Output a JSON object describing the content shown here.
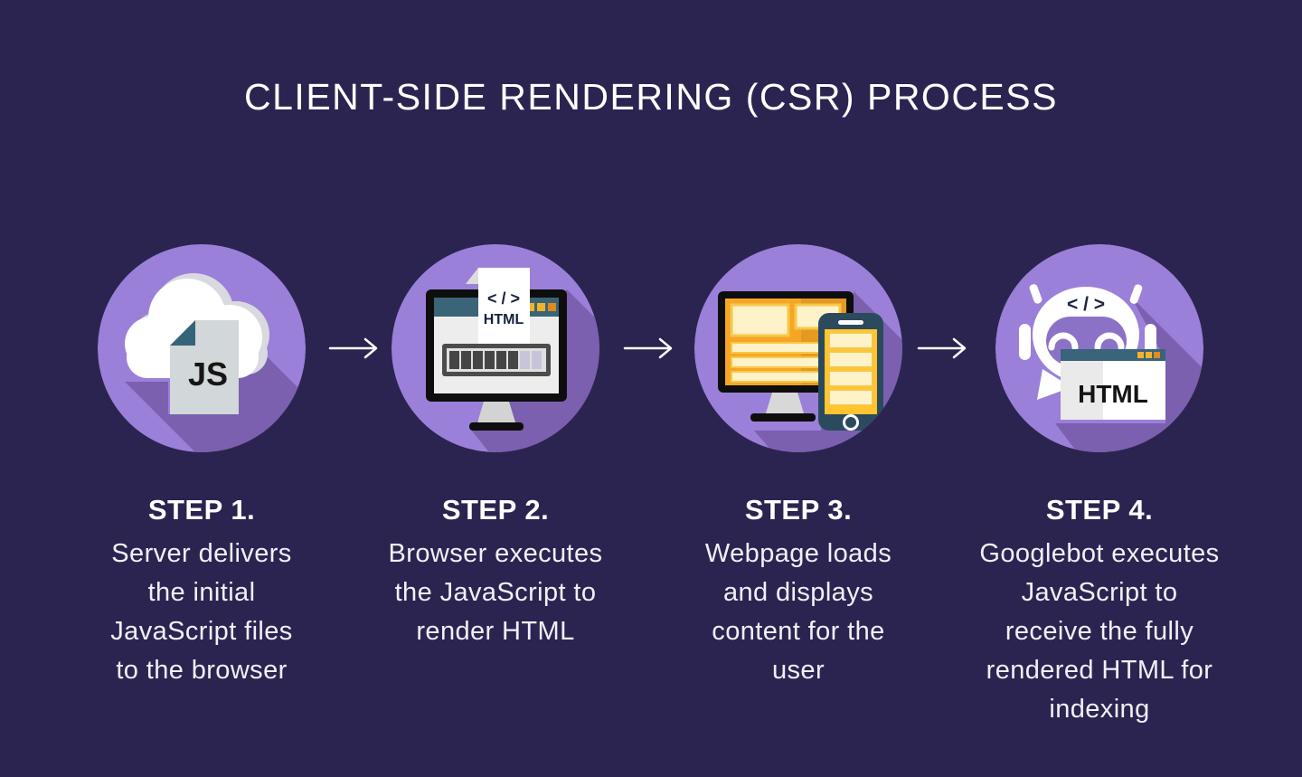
{
  "title": "CLIENT-SIDE RENDERING (CSR) PROCESS",
  "colors": {
    "c-bg": "#2C2450",
    "c-circle": "#9A80D9",
    "c-shadow": "#7A60AE",
    "c-title": "#FFFFFF",
    "c-body": "#F2EFF8"
  },
  "accent_colors": {
    "teal_bar": "#3A6478",
    "yellow_square": "#F2B32B",
    "orange_square": "#E0891F",
    "cream_block": "#FDF2C8",
    "screen_orange": "#F6A525",
    "phone_navy": "#2B4A5E",
    "doc_gray": "#D2D7D9",
    "fold_teal": "#356379"
  },
  "icons": {
    "step1": "cloud-js-file-icon",
    "step2": "browser-executes-js-icon",
    "step3": "desktop-mobile-webpage-icon",
    "step4": "googlebot-html-icon",
    "arrow": "right-arrow-icon"
  },
  "steps": [
    {
      "label": "STEP 1.",
      "icon_label": "JS",
      "lines": [
        "Server delivers",
        "the initial",
        "JavaScript files",
        "to the browser"
      ]
    },
    {
      "label": "STEP 2.",
      "icon_code": "< / >",
      "icon_label": "HTML",
      "lines": [
        "Browser executes",
        "the JavaScript to",
        "render HTML"
      ]
    },
    {
      "label": "STEP 3.",
      "lines": [
        "Webpage loads",
        "and displays",
        "content for the",
        "user"
      ]
    },
    {
      "label": "STEP 4.",
      "icon_code": "< / >",
      "icon_label": "HTML",
      "lines": [
        "Googlebot executes",
        "JavaScript to",
        "receive the fully",
        "rendered HTML for",
        "indexing"
      ]
    }
  ]
}
